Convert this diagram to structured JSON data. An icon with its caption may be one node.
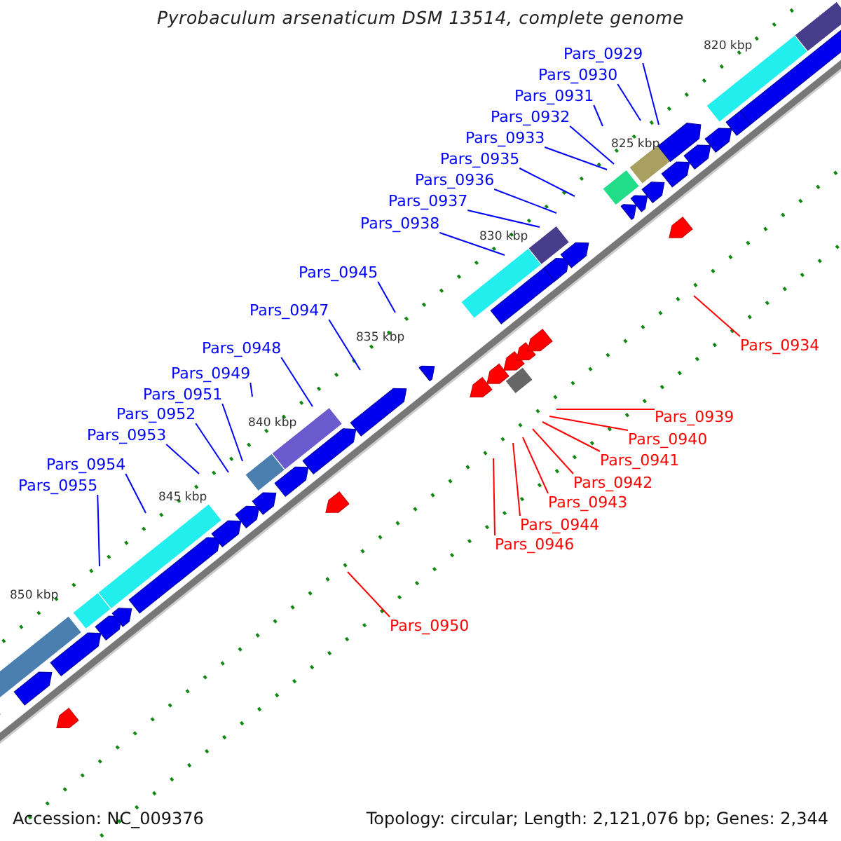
{
  "diagram": {
    "title": "Pyrobaculum arsenaticum DSM 13514, complete genome",
    "nodes": [
      {
        "text": [
          "Pars_0929"
        ]
      },
      {
        "text": [
          "Pars_0930"
        ]
      },
      {
        "text": [
          "Pars_0931"
        ]
      },
      {
        "text": [
          "Pars_0932"
        ]
      },
      {
        "text": [
          "Pars_0933"
        ]
      },
      {
        "text": [
          "Pars_0935"
        ]
      },
      {
        "text": [
          "Pars_0936"
        ]
      },
      {
        "text": [
          "Pars_0937"
        ]
      },
      {
        "text": [
          "Pars_0938"
        ]
      },
      {
        "text": [
          "Pars_0945"
        ]
      },
      {
        "text": [
          "Pars_0947"
        ]
      },
      {
        "text": [
          "Pars_0934"
        ]
      },
      {
        "text": [
          "Pars_0948"
        ]
      },
      {
        "text": [
          "Pars_0949"
        ]
      },
      {
        "text": [
          "Pars_0951"
        ]
      },
      {
        "text": [
          "Pars_0952"
        ]
      },
      {
        "text": [
          "Pars_0939"
        ]
      },
      {
        "text": [
          "Pars_0953"
        ]
      },
      {
        "text": [
          "Pars_0940"
        ]
      },
      {
        "text": [
          "Pars_0941"
        ]
      },
      {
        "text": [
          "Pars_0954"
        ]
      },
      {
        "text": [
          "Pars_0942"
        ]
      },
      {
        "text": [
          "Pars_0955"
        ]
      },
      {
        "text": [
          "Pars_0943"
        ]
      },
      {
        "text": [
          "Pars_0944"
        ]
      },
      {
        "text": [
          "Pars_0946"
        ]
      },
      {
        "text": [
          "Pars_0950"
        ]
      }
    ],
    "edges": [
      {
        "from": 0,
        "to": null,
        "arrow": "none"
      },
      {
        "from": 1,
        "to": null,
        "arrow": "none"
      },
      {
        "from": 2,
        "to": null,
        "arrow": "none"
      },
      {
        "from": 3,
        "to": null,
        "arrow": "none"
      },
      {
        "from": 4,
        "to": null,
        "arrow": "none"
      },
      {
        "from": 5,
        "to": null,
        "arrow": "none"
      },
      {
        "from": 6,
        "to": null,
        "arrow": "none"
      },
      {
        "from": 7,
        "to": null,
        "arrow": "none"
      },
      {
        "from": 8,
        "to": null,
        "arrow": "none"
      },
      {
        "from": 9,
        "to": null,
        "arrow": "none"
      },
      {
        "from": 10,
        "to": null,
        "arrow": "none"
      },
      {
        "from": 11,
        "to": null,
        "arrow": "none",
        "color": "#ff0000"
      },
      {
        "from": 12,
        "to": null,
        "arrow": "none"
      },
      {
        "from": 13,
        "to": null,
        "arrow": "none"
      },
      {
        "from": 14,
        "to": null,
        "arrow": "none"
      },
      {
        "from": 15,
        "to": null,
        "arrow": "none"
      },
      {
        "from": 16,
        "to": null,
        "arrow": "none",
        "color": "#ff0000"
      },
      {
        "from": 17,
        "to": null,
        "arrow": "none"
      },
      {
        "from": 18,
        "to": null,
        "arrow": "none",
        "color": "#ff0000"
      },
      {
        "from": 19,
        "to": null,
        "arrow": "none",
        "color": "#ff0000"
      },
      {
        "from": 20,
        "to": null,
        "arrow": "none"
      },
      {
        "from": 21,
        "to": null,
        "arrow": "none",
        "color": "#ff0000"
      },
      {
        "from": 22,
        "to": null,
        "arrow": "none"
      },
      {
        "from": 23,
        "to": null,
        "arrow": "none",
        "color": "#ff0000"
      },
      {
        "from": 24,
        "to": null,
        "arrow": "none",
        "color": "#ff0000"
      },
      {
        "from": 25,
        "to": null,
        "arrow": "none",
        "color": "#ff0000"
      },
      {
        "from": 26,
        "to": null,
        "arrow": "none",
        "color": "#ff0000"
      }
    ],
    "labels": [
      "820 kbp",
      "825 kbp",
      "830 kbp",
      "835 kbp",
      "840 kbp",
      "845 kbp",
      "850 kbp",
      "Accession: NC_009376",
      "Topology: circular; Length: 2,121,076 bp; Genes: 2,344"
    ]
  }
}
